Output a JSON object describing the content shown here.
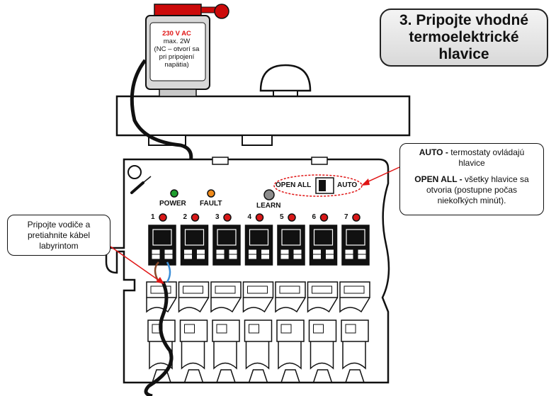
{
  "title": "3. Pripojte vhodné termoelektrické hlavice",
  "actuator": {
    "voltage": "230 V AC",
    "power": "max. 2W",
    "note": "(NC – otvorí sa pri pripojení napätia)"
  },
  "indicators": {
    "power": "POWER",
    "fault": "FAULT",
    "learn": "LEARN",
    "power_color": "#1e9e2e",
    "fault_color": "#f08a1a",
    "learn_color": "#8c8c8c"
  },
  "switch": {
    "open_all": "OPEN ALL",
    "auto": "AUTO"
  },
  "channels": [
    "1",
    "2",
    "3",
    "4",
    "5",
    "6",
    "7"
  ],
  "callout_switch": {
    "auto_bold": "AUTO -",
    "auto_text": "termostaty ovládajú hlavice",
    "open_bold": "OPEN ALL -",
    "open_text": "všetky hlavice sa otvoria (postupne počas niekoľkých minút)."
  },
  "callout_wires": "Pripojte vodiče a pretiahnite kábel labyrintom",
  "colors": {
    "accent_red": "#e01414",
    "led_red": "#d81818"
  }
}
